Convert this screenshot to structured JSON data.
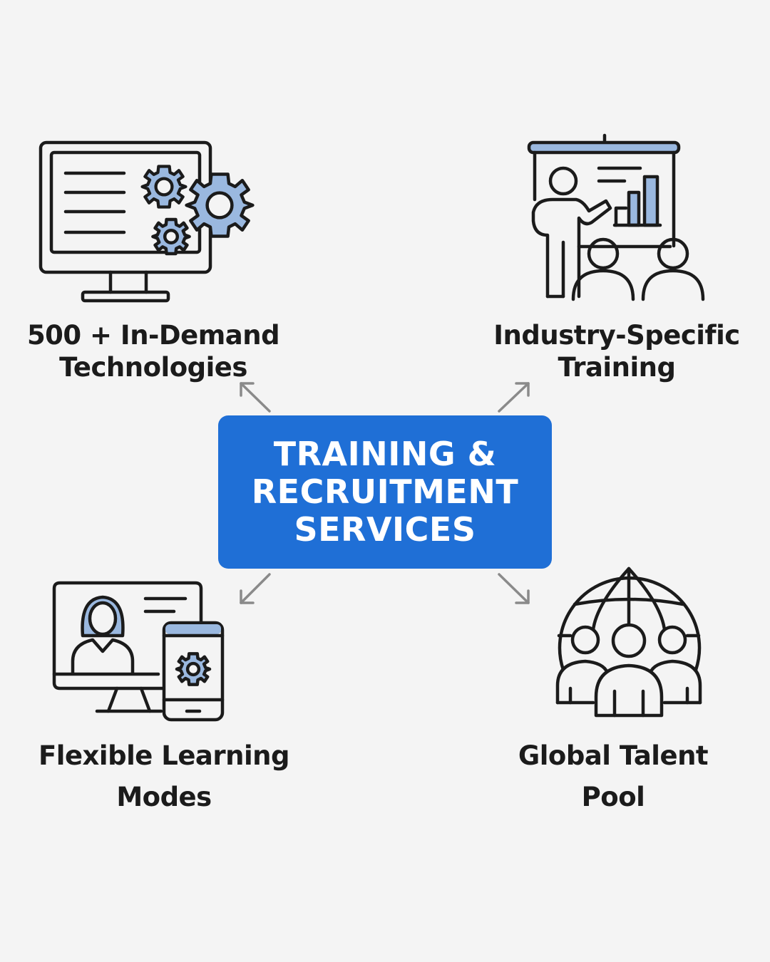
{
  "center": {
    "line1": "TRAINING &",
    "line2": "RECRUITMENT",
    "line3": "SERVICES"
  },
  "nodes": {
    "technologies": {
      "line1": "500 + In-Demand",
      "line2": "Technologies",
      "icon": "monitor-gears-icon"
    },
    "industry": {
      "line1": "Industry-Specific",
      "line2": "Training",
      "icon": "presentation-board-icon"
    },
    "flexible": {
      "line1": "Flexible Learning",
      "line2": "Modes",
      "icon": "desktop-mobile-learning-icon"
    },
    "global": {
      "line1": "Global Talent",
      "line2": "Pool",
      "icon": "globe-people-icon"
    }
  },
  "colors": {
    "background": "#f4f4f4",
    "accent": "#1f6fd6",
    "icon_fill": "#9ab8df",
    "stroke": "#1b1b1b",
    "arrow": "#8a8a8a"
  }
}
